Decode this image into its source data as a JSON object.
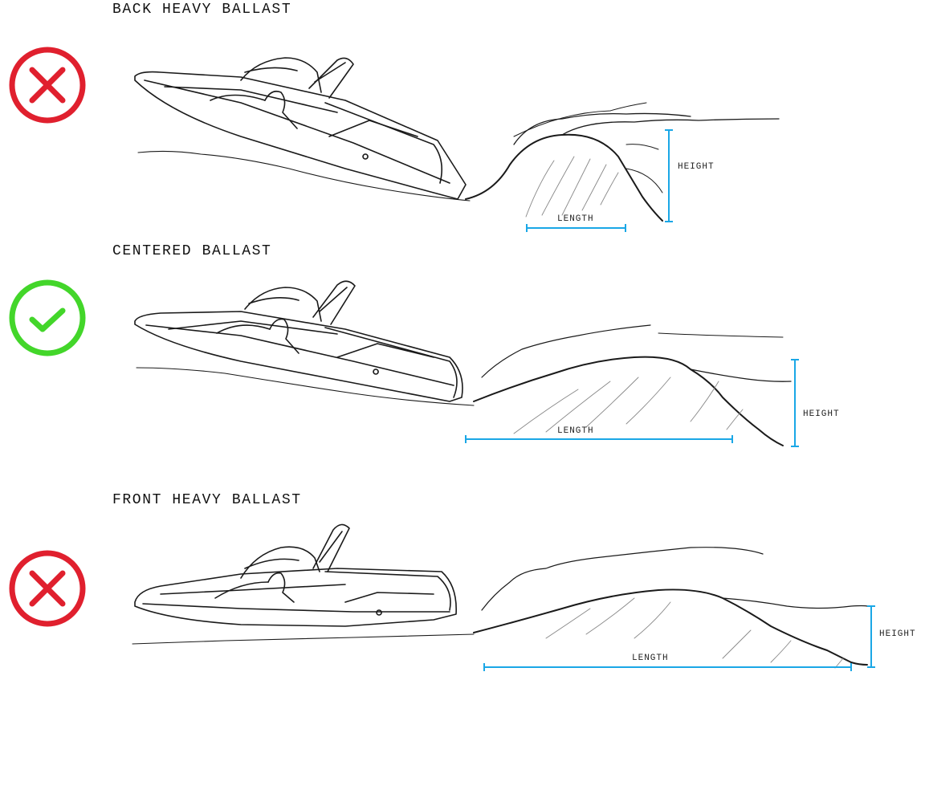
{
  "colors": {
    "bad": "#e0202e",
    "good": "#43d62a",
    "dimension": "#1aa7e6",
    "ink": "#1a1a1a"
  },
  "sections": [
    {
      "title": "BACK HEAVY BALLAST",
      "status": "incorrect",
      "status_icon": "x-circle-icon",
      "length_label": "LENGTH",
      "height_label": "HEIGHT"
    },
    {
      "title": "CENTERED BALLAST",
      "status": "correct",
      "status_icon": "check-circle-icon",
      "length_label": "LENGTH",
      "height_label": "HEIGHT"
    },
    {
      "title": "FRONT HEAVY BALLAST",
      "status": "incorrect",
      "status_icon": "x-circle-icon",
      "length_label": "LENGTH",
      "height_label": "HEIGHT"
    }
  ]
}
